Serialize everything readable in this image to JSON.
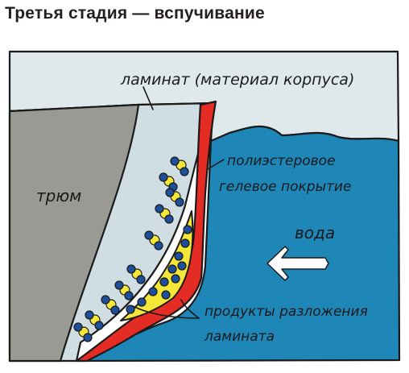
{
  "title": "Третья стадия — вспучивание",
  "labels": {
    "laminate": "ламинат (материал корпуса)",
    "hold": "трюм",
    "gelcoat_line1": "полиэстеровое",
    "gelcoat_line2": "гелевое покрытие",
    "water": "вода",
    "products_line1": "продукты разложения",
    "products_line2": "ламината"
  },
  "colors": {
    "sky": "#dfe9ec",
    "hull": "#d0dde2",
    "hold": "#9a9a94",
    "gelcoat": "#e42b24",
    "water": "#1f86b8",
    "blister": "#f5e73a",
    "molecule": "#1d4f9a",
    "outline": "#1a1a1a"
  },
  "icons": {
    "arrow": "left-arrow-icon",
    "molecule": "molecule-icon"
  }
}
